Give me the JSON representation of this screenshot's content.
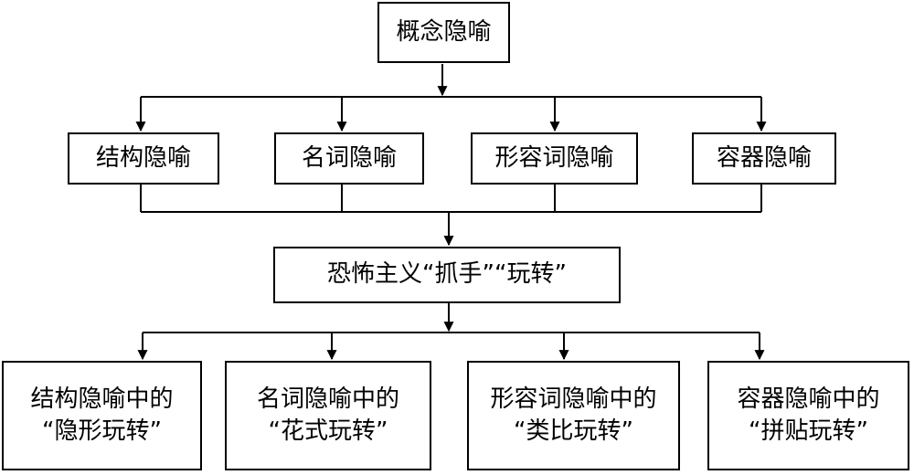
{
  "root": {
    "label": "概念隐喻"
  },
  "level1": [
    {
      "label": "结构隐喻"
    },
    {
      "label": "名词隐喻"
    },
    {
      "label": "形容词隐喻"
    },
    {
      "label": "容器隐喻"
    }
  ],
  "middle": {
    "label": "恐怖主义“抓手”“玩转”"
  },
  "level2": [
    {
      "line1": "结构隐喻中的",
      "line2": "“隐形玩转”"
    },
    {
      "line1": "名词隐喻中的",
      "line2": "“花式玩转”"
    },
    {
      "line1": "形容词隐喻中的",
      "line2": "“类比玩转”"
    },
    {
      "line1": "容器隐喻中的",
      "line2": "“拼贴玩转”"
    }
  ]
}
